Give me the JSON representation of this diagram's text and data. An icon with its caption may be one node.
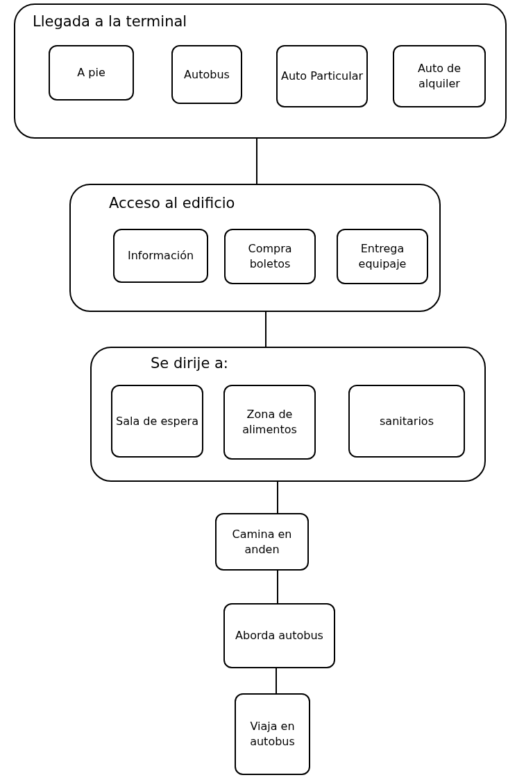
{
  "diagram": {
    "nodes": [
      {
        "text": [
          "Llegada a la terminal"
        ]
      },
      {
        "text": [
          "A pie"
        ],
        "in": 0
      },
      {
        "text": [
          "Autobus"
        ],
        "in": 0
      },
      {
        "text": [
          "Auto Particular"
        ],
        "in": 0
      },
      {
        "text": [
          "Auto de alquiler"
        ],
        "in": 0
      },
      {
        "text": [
          "Acceso al edificio"
        ]
      },
      {
        "text": [
          "Información"
        ],
        "in": 5
      },
      {
        "text": [
          "Compra boletos"
        ],
        "in": 5
      },
      {
        "text": [
          "Entrega equipaje"
        ],
        "in": 5
      },
      {
        "text": [
          "Se dirije a:"
        ]
      },
      {
        "text": [
          "Sala de espera"
        ],
        "in": 9
      },
      {
        "text": [
          "Zona de alimentos"
        ],
        "in": 9
      },
      {
        "text": [
          "sanitarios"
        ],
        "in": 9
      },
      {
        "text": [
          "Camina en anden"
        ]
      },
      {
        "text": [
          "Aborda autobus"
        ]
      },
      {
        "text": [
          "Viaja en autobus"
        ]
      }
    ],
    "edges": [
      {
        "from": 0,
        "to": 5,
        "arrow": "none"
      },
      {
        "from": 5,
        "to": 9,
        "arrow": "none"
      },
      {
        "from": 9,
        "to": 13,
        "arrow": "none"
      },
      {
        "from": 13,
        "to": 14,
        "arrow": "none"
      },
      {
        "from": 14,
        "to": 15,
        "arrow": "none"
      }
    ]
  }
}
